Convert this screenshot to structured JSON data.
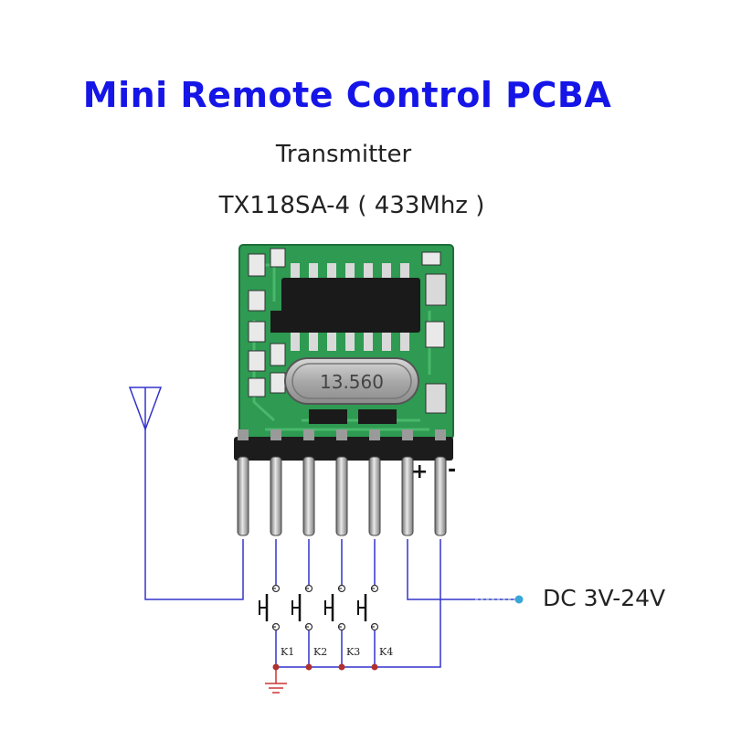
{
  "header": {
    "title": "Mini Remote Control PCBA",
    "subtitle": "Transmitter",
    "model": "TX118SA-4 ( 433Mhz )"
  },
  "board": {
    "crystal_marking": "13.560",
    "pin_plus": "+",
    "pin_minus": "-"
  },
  "wiring": {
    "keys": [
      "K1",
      "K2",
      "K3",
      "K4"
    ],
    "power_label": "DC 3V-24V"
  },
  "colors": {
    "title": "#1515e8",
    "wire": "#3333cc",
    "pcb": "#2e9a52",
    "junction": "#b03030",
    "ground": "#cc3333",
    "terminal": "#3aa6d8"
  }
}
